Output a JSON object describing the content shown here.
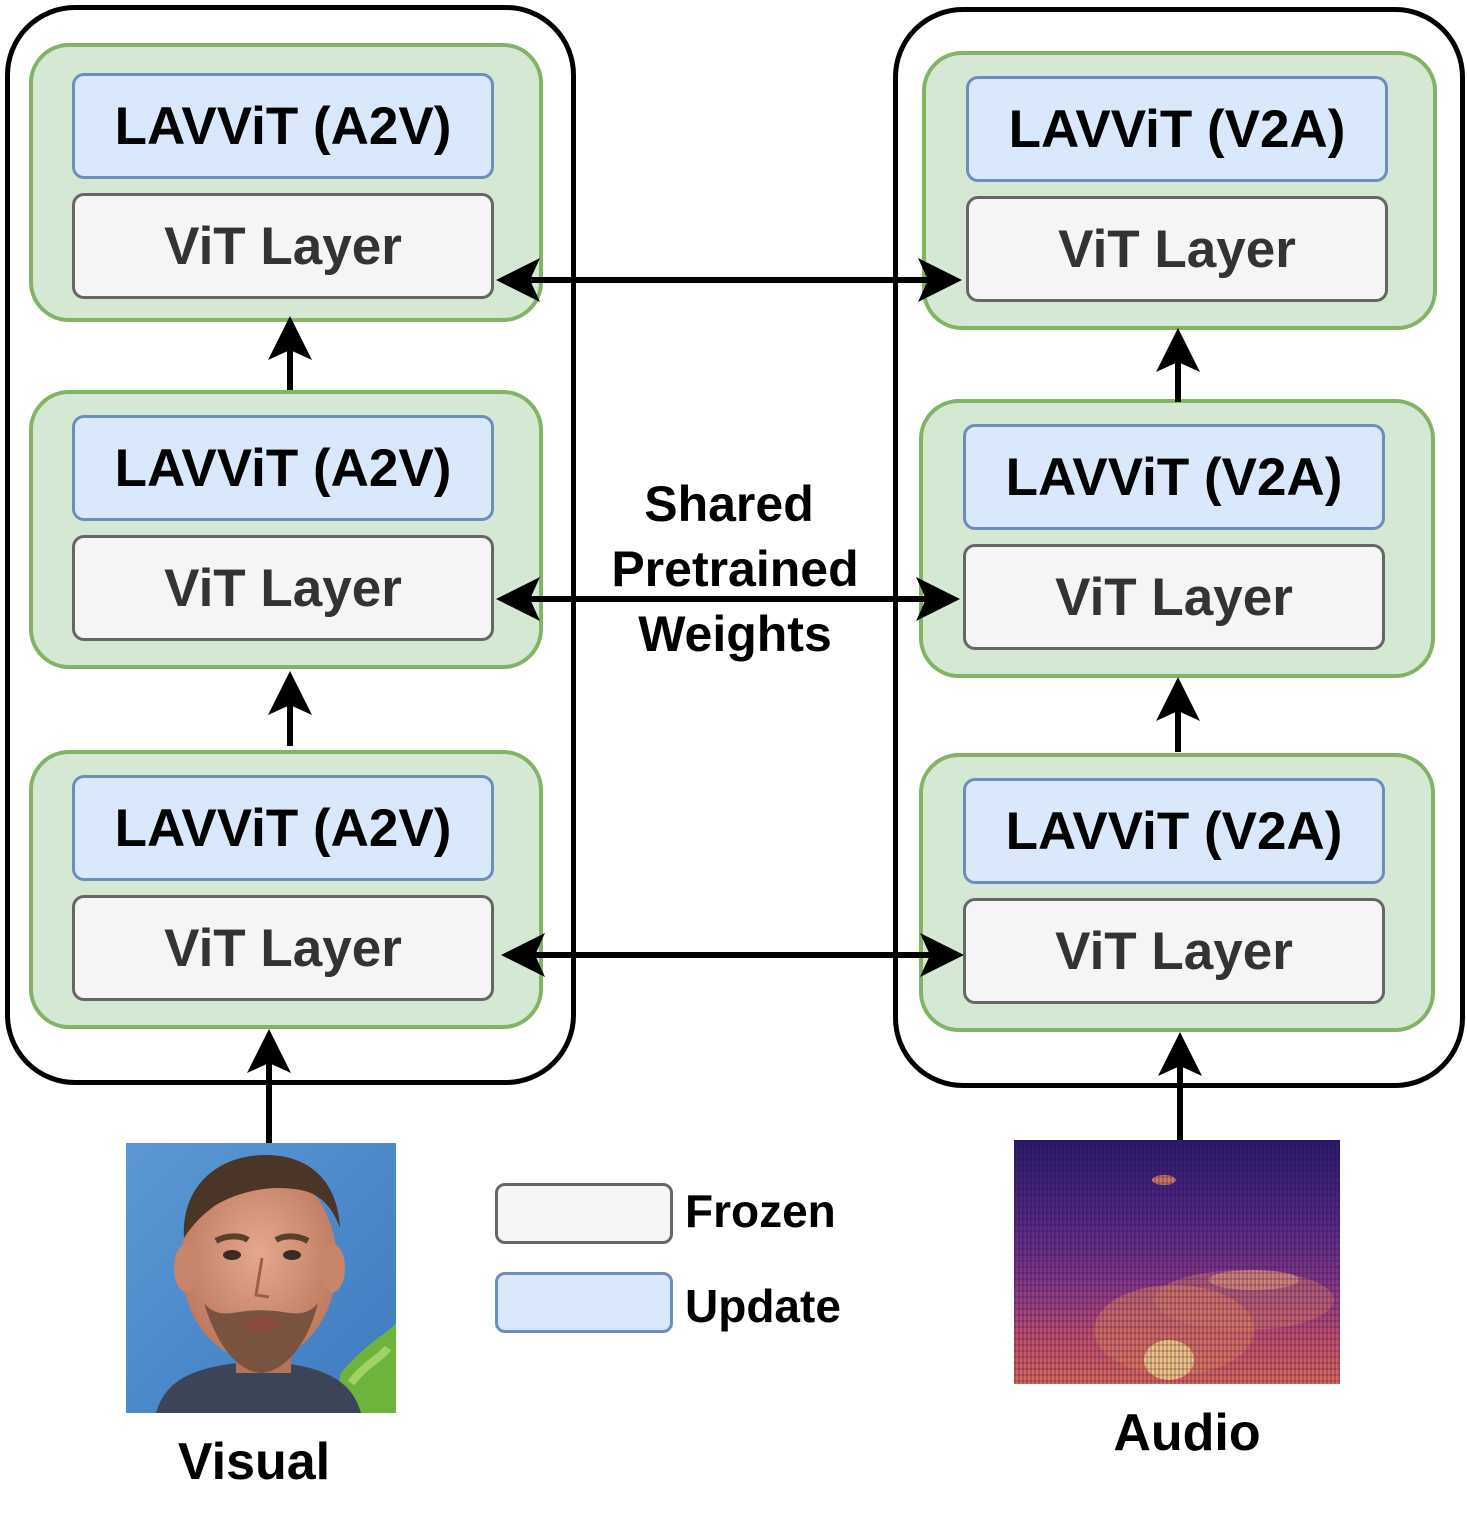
{
  "left_column": {
    "stages": [
      {
        "top_label": "LAVViT (A2V)",
        "bottom_label": "ViT Layer"
      },
      {
        "top_label": "LAVViT (A2V)",
        "bottom_label": "ViT Layer"
      },
      {
        "top_label": "LAVViT (A2V)",
        "bottom_label": "ViT Layer"
      }
    ],
    "input_label": "Visual"
  },
  "right_column": {
    "stages": [
      {
        "top_label": "LAVViT (V2A)",
        "bottom_label": "ViT Layer"
      },
      {
        "top_label": "LAVViT (V2A)",
        "bottom_label": "ViT Layer"
      },
      {
        "top_label": "LAVViT (V2A)",
        "bottom_label": "ViT Layer"
      }
    ],
    "input_label": "Audio"
  },
  "center_label": {
    "line1": "Shared",
    "line2": "Pretrained",
    "line3": "Weights"
  },
  "legend": {
    "frozen": "Frozen",
    "update": "Update"
  },
  "colors": {
    "stage_fill": "#d5e8d4",
    "stage_border": "#82b366",
    "update_fill": "#dae8fc",
    "update_border": "#6c8ebf",
    "frozen_fill": "#f5f5f5",
    "frozen_border": "#666666"
  }
}
